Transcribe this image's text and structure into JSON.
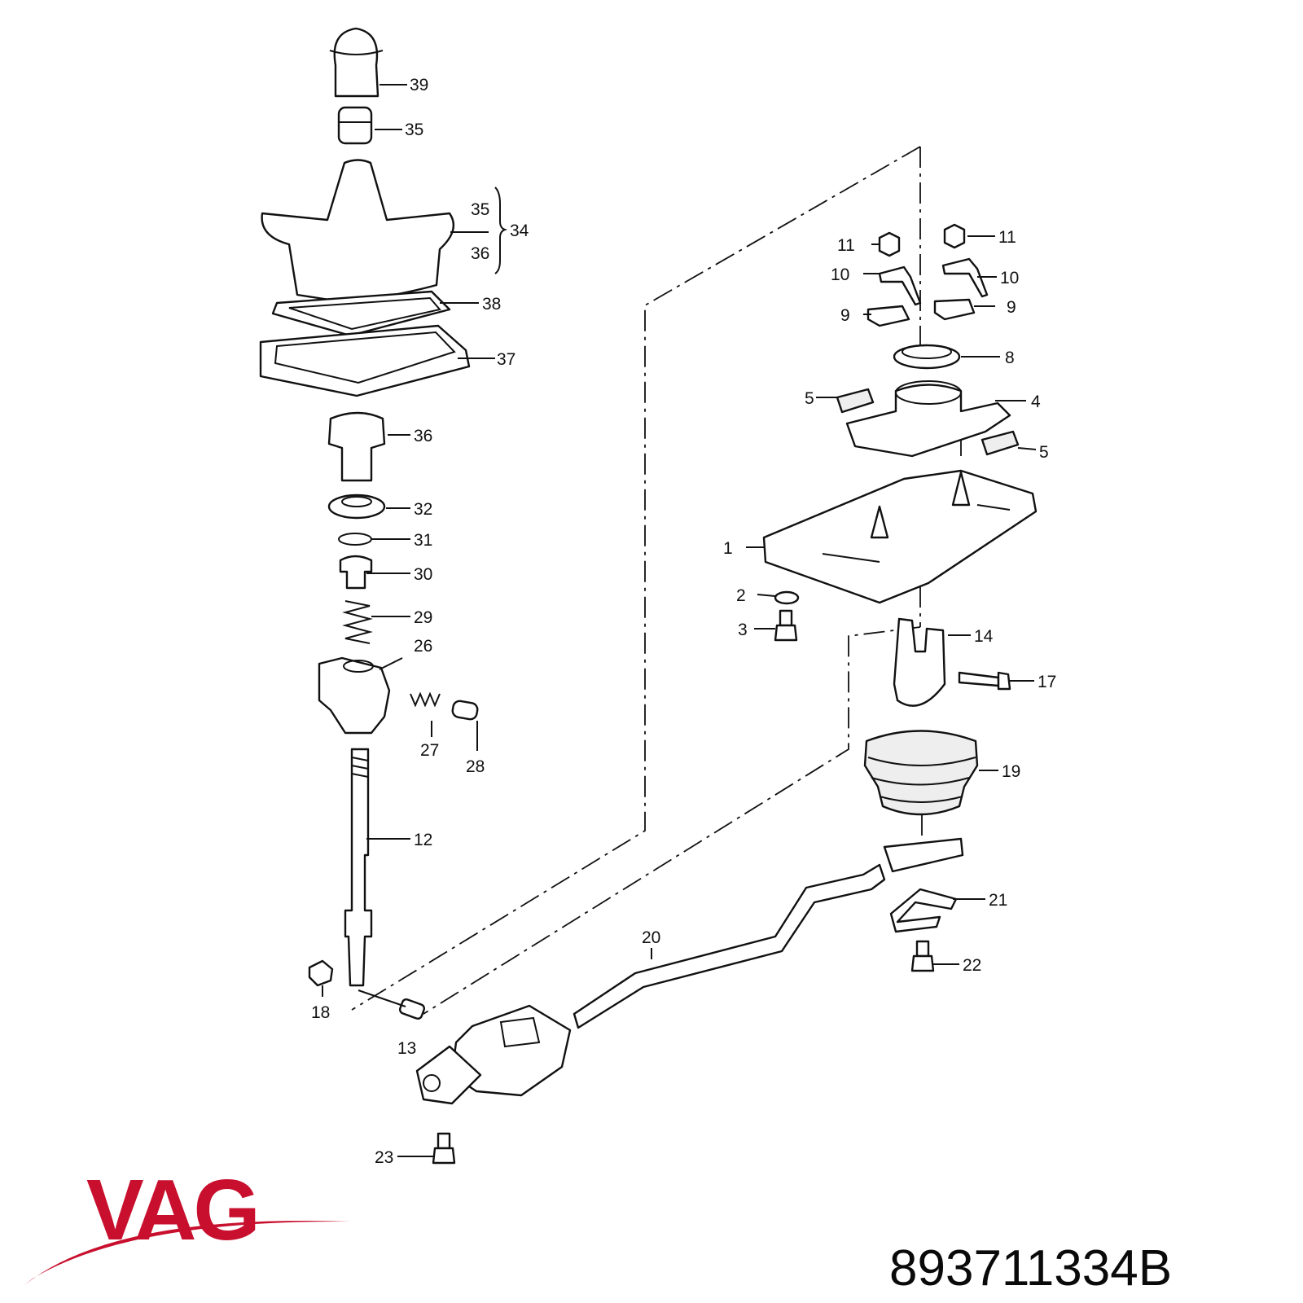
{
  "brand": {
    "logo_text": "VAG",
    "logo_color": "#c8102e"
  },
  "part_number": "893711334B",
  "diagram": {
    "callouts": [
      "39",
      "35",
      "35",
      "34",
      "36",
      "38",
      "37",
      "36",
      "32",
      "31",
      "30",
      "29",
      "26",
      "27",
      "28",
      "12",
      "18",
      "13",
      "20",
      "11",
      "11",
      "10",
      "10",
      "9",
      "9",
      "8",
      "4",
      "5",
      "5",
      "1",
      "2",
      "3",
      "14",
      "17",
      "19",
      "21",
      "22",
      "23"
    ]
  }
}
